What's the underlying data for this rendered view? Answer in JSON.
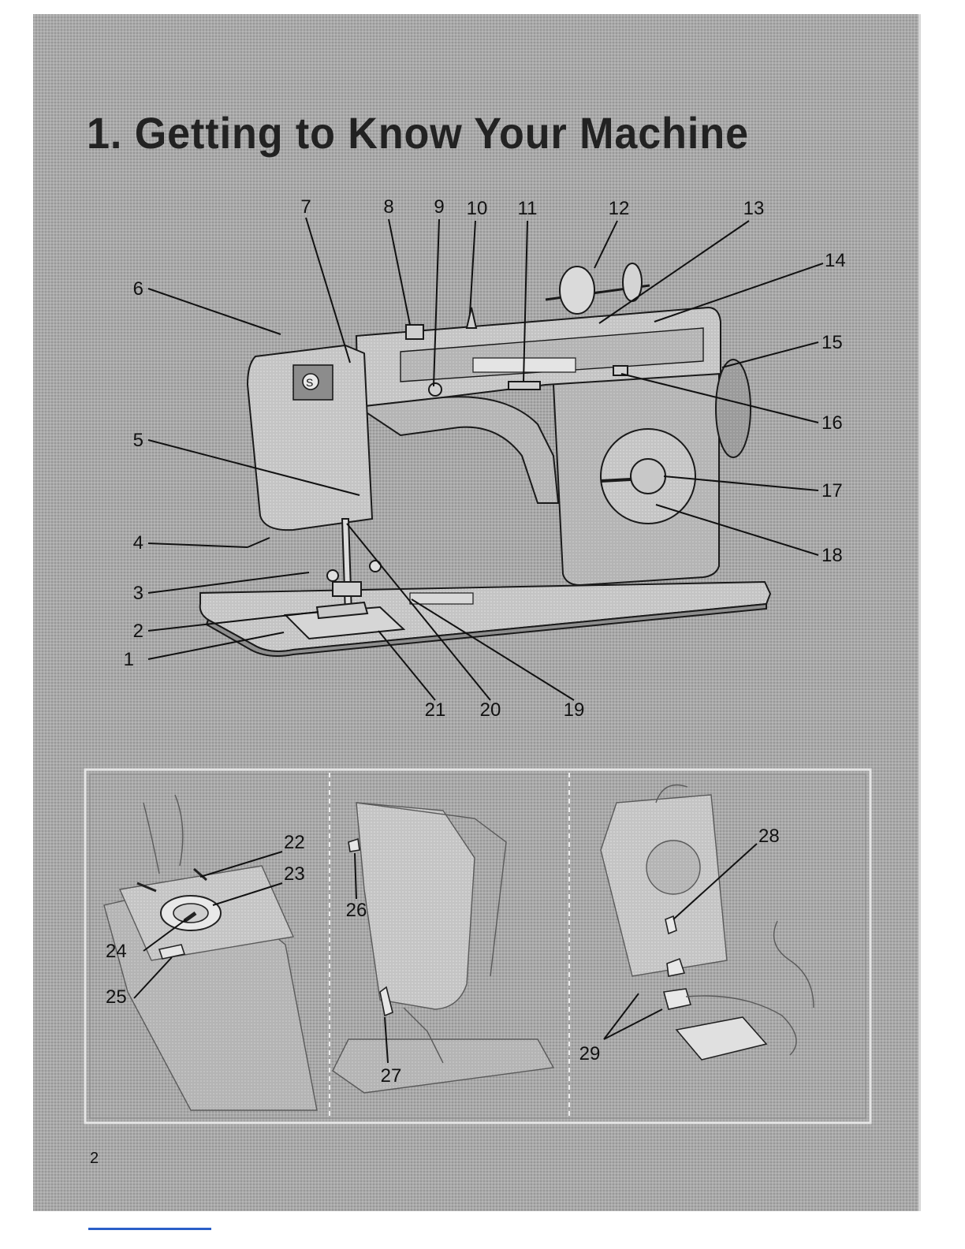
{
  "page": {
    "title": "1. Getting to Know Your Machine",
    "page_number": "2"
  },
  "callouts": {
    "main": [
      "1",
      "2",
      "3",
      "4",
      "5",
      "6",
      "7",
      "8",
      "9",
      "10",
      "11",
      "12",
      "13",
      "14",
      "15",
      "16",
      "17",
      "18",
      "19",
      "20",
      "21"
    ],
    "panel_left": [
      "22",
      "23",
      "24",
      "25"
    ],
    "panel_middle": [
      "26",
      "27"
    ],
    "panel_right": [
      "28",
      "29"
    ]
  },
  "colors": {
    "background": "#a9a9a9",
    "machine_body": "#b8b8b8",
    "line": "#1a1a1a",
    "accent_rule": "#2a5fc8"
  }
}
